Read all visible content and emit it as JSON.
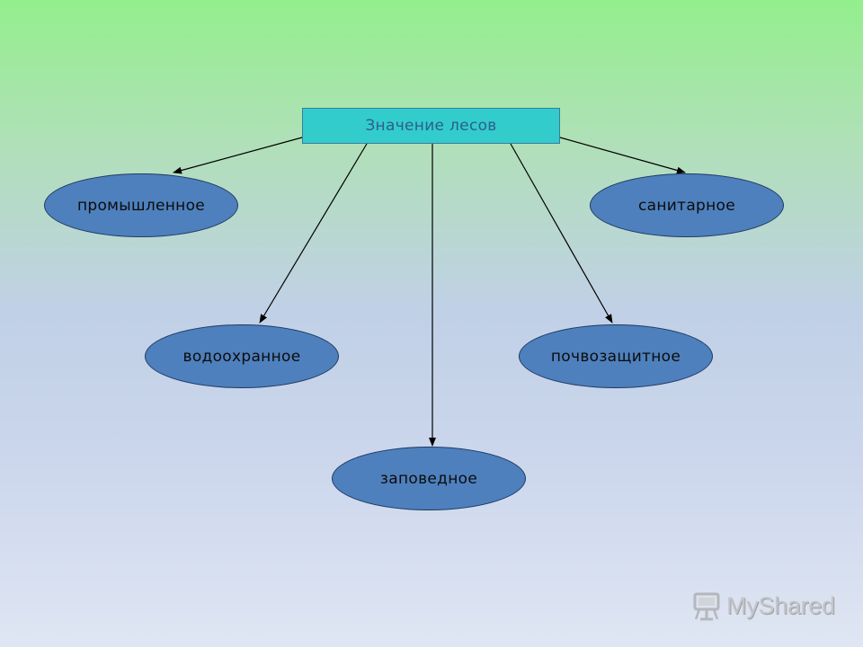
{
  "diagram": {
    "root": {
      "label": "Значение лесов"
    },
    "nodes": [
      {
        "id": "industrial",
        "label": "промышленное"
      },
      {
        "id": "sanitary",
        "label": "санитарное"
      },
      {
        "id": "water-protective",
        "label": "водоохранное"
      },
      {
        "id": "soil-protective",
        "label": "почвозащитное"
      },
      {
        "id": "reserve",
        "label": "заповедное"
      }
    ],
    "edges": [
      {
        "from": "root",
        "to": "industrial"
      },
      {
        "from": "root",
        "to": "sanitary"
      },
      {
        "from": "root",
        "to": "water-protective"
      },
      {
        "from": "root",
        "to": "soil-protective"
      },
      {
        "from": "root",
        "to": "reserve"
      }
    ]
  },
  "watermark": {
    "text": "MyShared",
    "icon": "presentation-board-icon"
  },
  "colors": {
    "root_fill": "#33cccc",
    "node_fill": "#4e80bd",
    "arrow": "#000000"
  }
}
